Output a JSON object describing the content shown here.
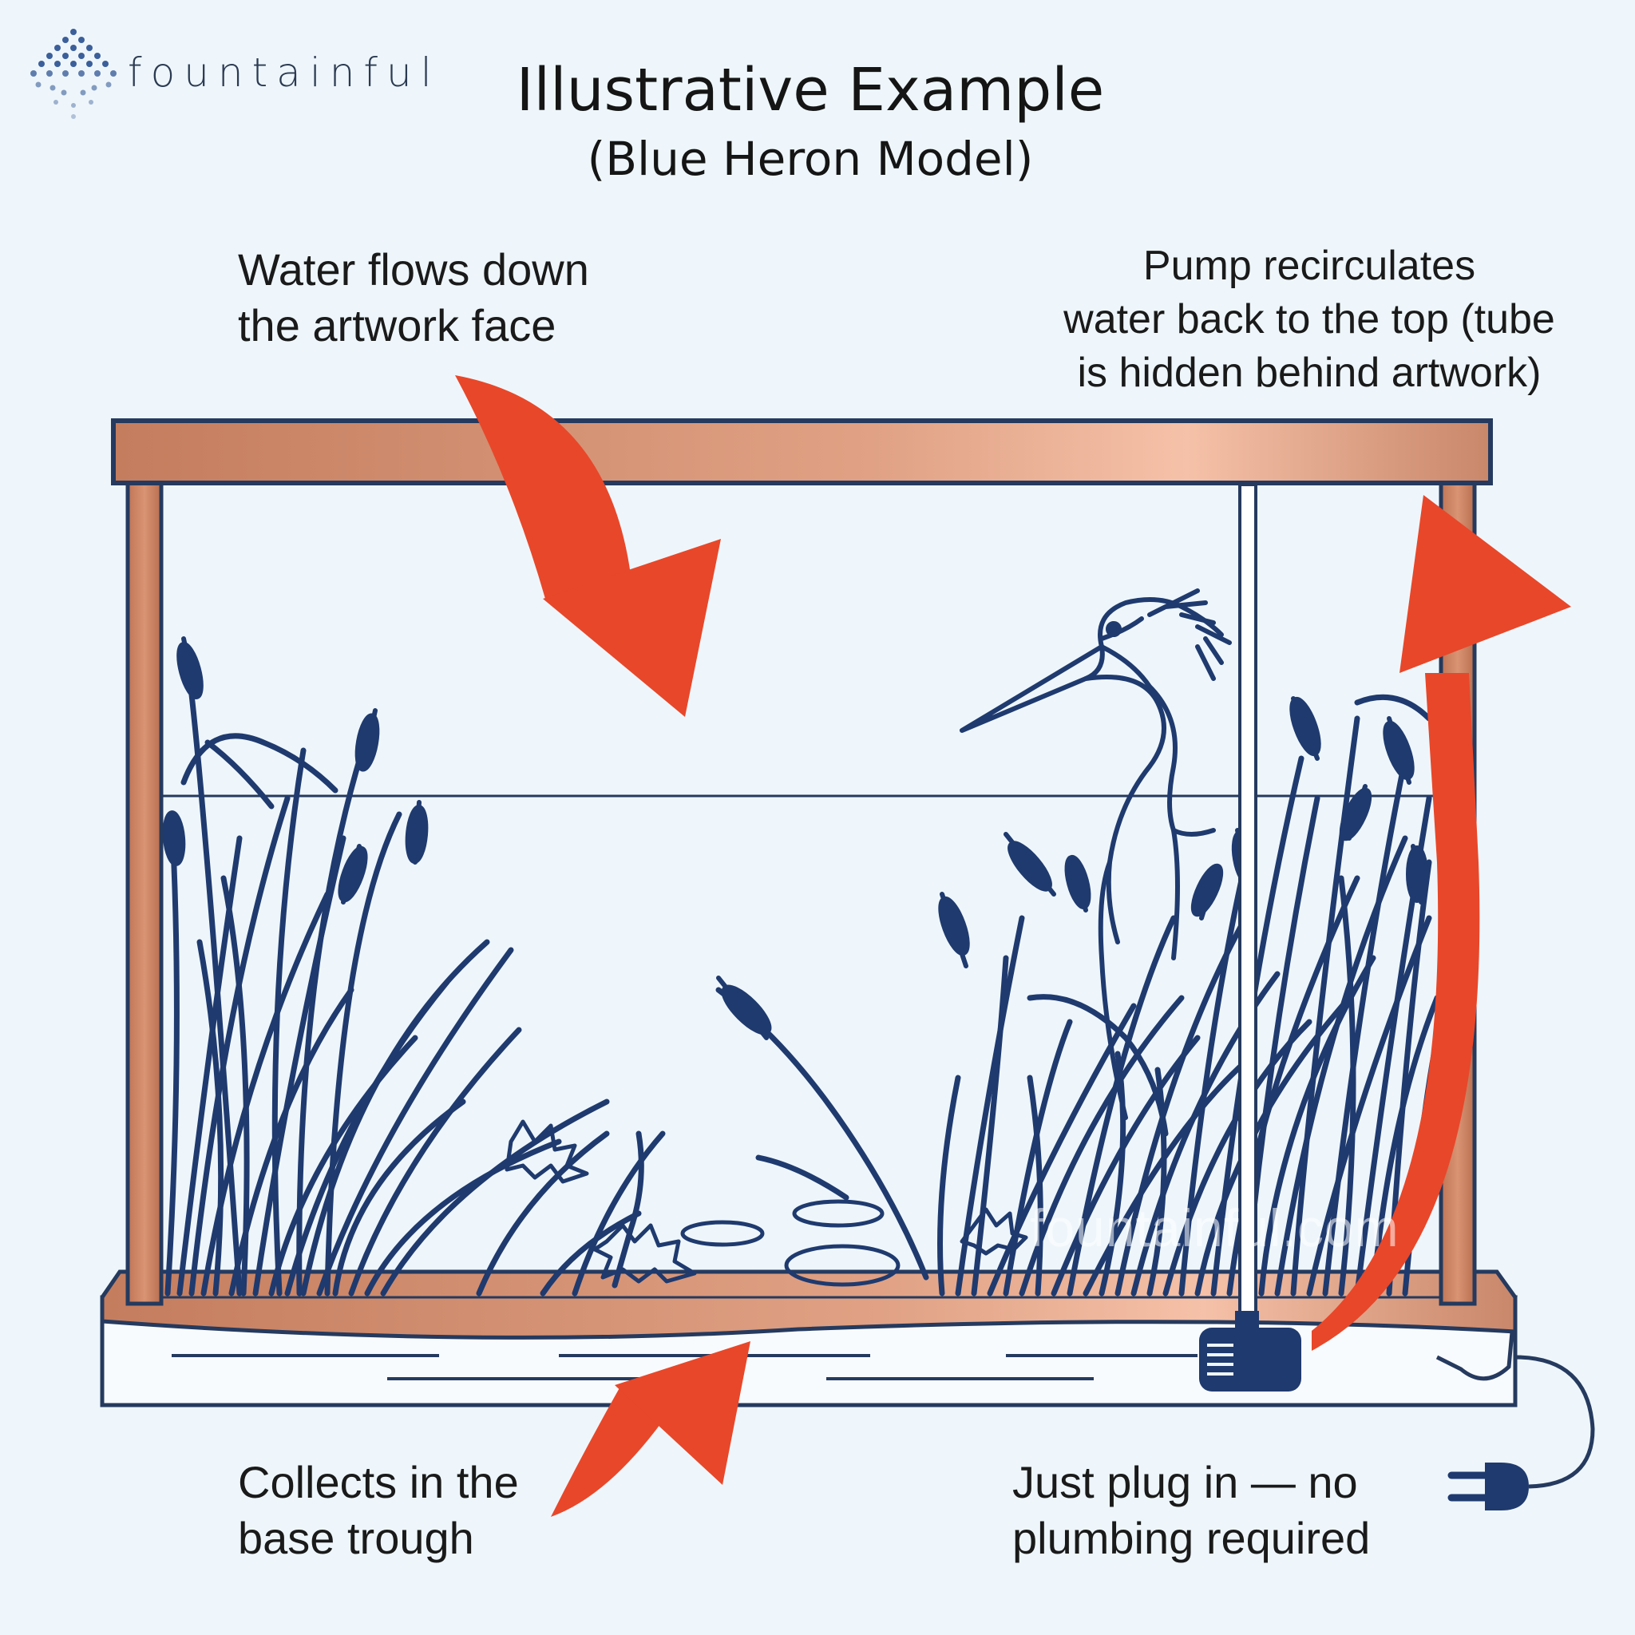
{
  "brand": {
    "name": "fountainful"
  },
  "header": {
    "title": "Illustrative Example",
    "subtitle": "(Blue Heron Model)"
  },
  "callouts": {
    "water_flow": "Water flows down\nthe artwork face",
    "pump": "Pump recirculates\nwater back to the top (tube\nis hidden behind artwork)",
    "trough": "Collects in the\nbase trough",
    "plug": "Just plug in — no\nplumbing required"
  },
  "watermark": "fountainful.com",
  "colors": {
    "background": "#eef6fb",
    "copper": "#cf8a6c",
    "copper_highlight": "#f2b79c",
    "artwork_navy": "#1f3a6e",
    "arrow": "#e8472a",
    "outline": "#253a5e"
  },
  "icons": [
    "fountainful-logo-icon",
    "pump-icon",
    "power-plug-icon",
    "heron-icon",
    "cattail-icon",
    "lotus-icon",
    "lily-pad-icon"
  ]
}
